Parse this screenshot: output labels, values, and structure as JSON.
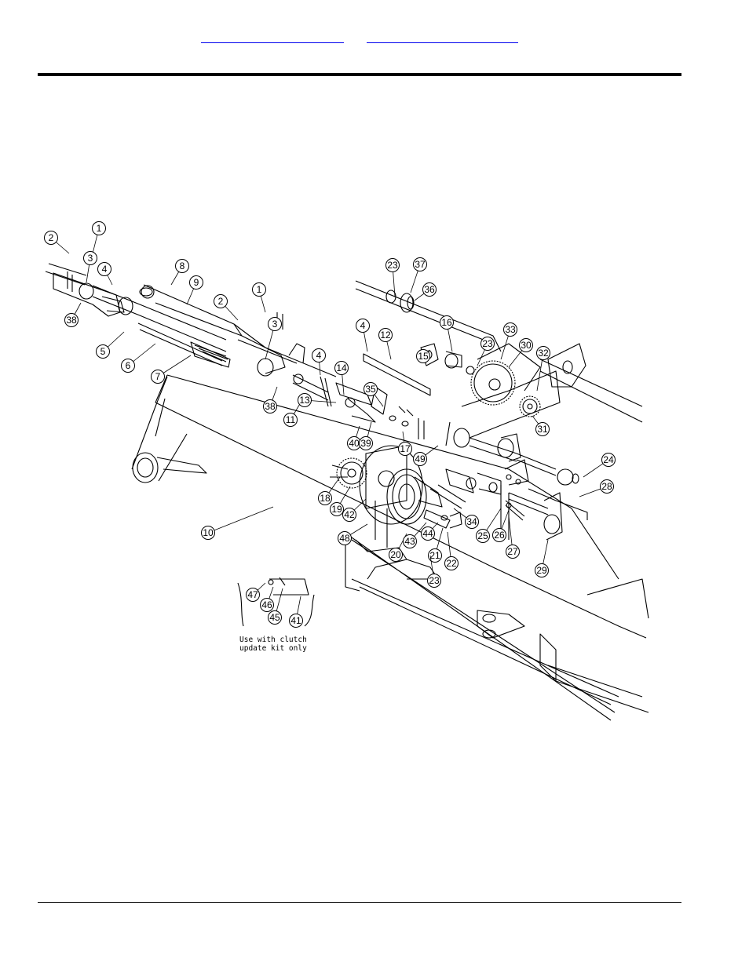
{
  "header": {
    "links": [
      {
        "text": ""
      },
      {
        "text": ""
      }
    ]
  },
  "diagram": {
    "note_lines": [
      "Use with clutch",
      "update kit only"
    ],
    "callouts": [
      {
        "label": "1"
      },
      {
        "label": "2"
      },
      {
        "label": "3"
      },
      {
        "label": "4"
      },
      {
        "label": "38"
      },
      {
        "label": "5"
      },
      {
        "label": "6"
      },
      {
        "label": "7"
      },
      {
        "label": "8"
      },
      {
        "label": "9"
      },
      {
        "label": "2"
      },
      {
        "label": "1"
      },
      {
        "label": "3"
      },
      {
        "label": "4"
      },
      {
        "label": "38"
      },
      {
        "label": "11"
      },
      {
        "label": "13"
      },
      {
        "label": "14"
      },
      {
        "label": "35"
      },
      {
        "label": "40"
      },
      {
        "label": "39"
      },
      {
        "label": "17"
      },
      {
        "label": "4"
      },
      {
        "label": "12"
      },
      {
        "label": "23"
      },
      {
        "label": "37"
      },
      {
        "label": "36"
      },
      {
        "label": "16"
      },
      {
        "label": "15"
      },
      {
        "label": "23"
      },
      {
        "label": "33"
      },
      {
        "label": "30"
      },
      {
        "label": "32"
      },
      {
        "label": "31"
      },
      {
        "label": "24"
      },
      {
        "label": "49"
      },
      {
        "label": "28"
      },
      {
        "label": "18"
      },
      {
        "label": "19"
      },
      {
        "label": "42"
      },
      {
        "label": "10"
      },
      {
        "label": "48"
      },
      {
        "label": "20"
      },
      {
        "label": "43"
      },
      {
        "label": "44"
      },
      {
        "label": "34"
      },
      {
        "label": "25"
      },
      {
        "label": "26"
      },
      {
        "label": "27"
      },
      {
        "label": "29"
      },
      {
        "label": "21"
      },
      {
        "label": "22"
      },
      {
        "label": "23"
      },
      {
        "label": "47"
      },
      {
        "label": "46"
      },
      {
        "label": "45"
      },
      {
        "label": "41"
      }
    ]
  }
}
